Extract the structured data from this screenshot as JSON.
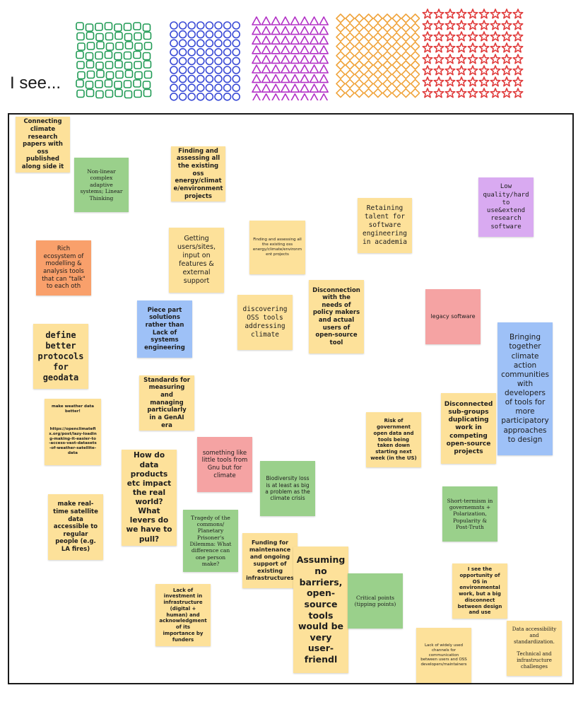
{
  "header": {
    "title": "I see...",
    "reaction_colors": {
      "hearts": "#1f9a54",
      "circles": "#3a4bd6",
      "triangles": "#b22fc6",
      "diamonds": "#f0a33a",
      "stars": "#e03a3a"
    }
  },
  "notes": [
    {
      "id": "n1",
      "text": "Connecting climate research papers with oss published along side it"
    },
    {
      "id": "n2",
      "text": "Non-linear complex adaptive systems; Linear Thinking"
    },
    {
      "id": "n3",
      "text": "Finding and assessing all the existing oss energy/climat e/environment projects"
    },
    {
      "id": "n4",
      "text": "Low quality/hard to use&extend research software"
    },
    {
      "id": "n5",
      "text": "Retaining talent for software engineering in academia"
    },
    {
      "id": "n6",
      "text": "Rich ecosystem of modelling & analysis tools that can \"talk\" to each oth"
    },
    {
      "id": "n7",
      "text": "Getting users/sites, input on features & external support"
    },
    {
      "id": "n8",
      "text": "Finding and assessing all the existing oss energy/climate/environm ent projects"
    },
    {
      "id": "n9",
      "text": "Disconnection with the needs of policy makers and actual users of open-source tool"
    },
    {
      "id": "n10",
      "text": "discovering OSS tools addressing climate"
    },
    {
      "id": "n11",
      "text": "Piece part solutions rather than Lack of systems engineering"
    },
    {
      "id": "n12",
      "text": "legacy software"
    },
    {
      "id": "n13",
      "text": "define better protocols for geodata"
    },
    {
      "id": "n14",
      "text": "Bringing together climate action communities with developers of tools for more participatory approaches to design"
    },
    {
      "id": "n15",
      "text": "Standards for measuring and managing particularly in a GenAI era"
    },
    {
      "id": "n16a",
      "text": "make weather data better!"
    },
    {
      "id": "n16b",
      "text": "https://openclimatefix.org/post/lazy-loading-making-it-easier-to-access-vast-datasets-of-weather-satellite-data"
    },
    {
      "id": "n17",
      "text": "Disconnected sub-groups duplicating work in competing open-source projects"
    },
    {
      "id": "n18",
      "text": "Risk of government open data and tools being taken down starting next week (in the US)"
    },
    {
      "id": "n19",
      "text": "something like little tools from Gnu but for climate"
    },
    {
      "id": "n20",
      "text": "How do data products etc impact the real world? What levers do we have to pull?"
    },
    {
      "id": "n21",
      "text": "Biodiversity loss is at least as big a problem as the climate crisis"
    },
    {
      "id": "n22",
      "text": "Short-termism in governemnts + Polarization, Popularity & Post-Truth"
    },
    {
      "id": "n23",
      "text": "make real-time satellite data accessible to regular people (e.g. LA fires)"
    },
    {
      "id": "n24",
      "text": "Tragedy of the commons/ Planetary Prisoner's Dilemma: What difference can one person make?"
    },
    {
      "id": "n25",
      "text": "Funding for maintenance and ongoing support of existing infrastructures"
    },
    {
      "id": "n26",
      "text": "Assuming no barriers, open-source tools would be very user-friendl"
    },
    {
      "id": "n27",
      "text": "Critical points (tipping points)"
    },
    {
      "id": "n28",
      "text": "I see the opportunity of OS in environmental work, but a big disconnect between design and use"
    },
    {
      "id": "n29",
      "text": "Lack of investment in infrastructure (digital + human) and acknowledgment of its importance by funders"
    },
    {
      "id": "n30",
      "text": "Data accessibility and standardization.\n\nTechnical and infrastructure challenges"
    },
    {
      "id": "n31",
      "text": "Lack of widely used channels for communication between users and OSS developers/maintainers"
    }
  ]
}
